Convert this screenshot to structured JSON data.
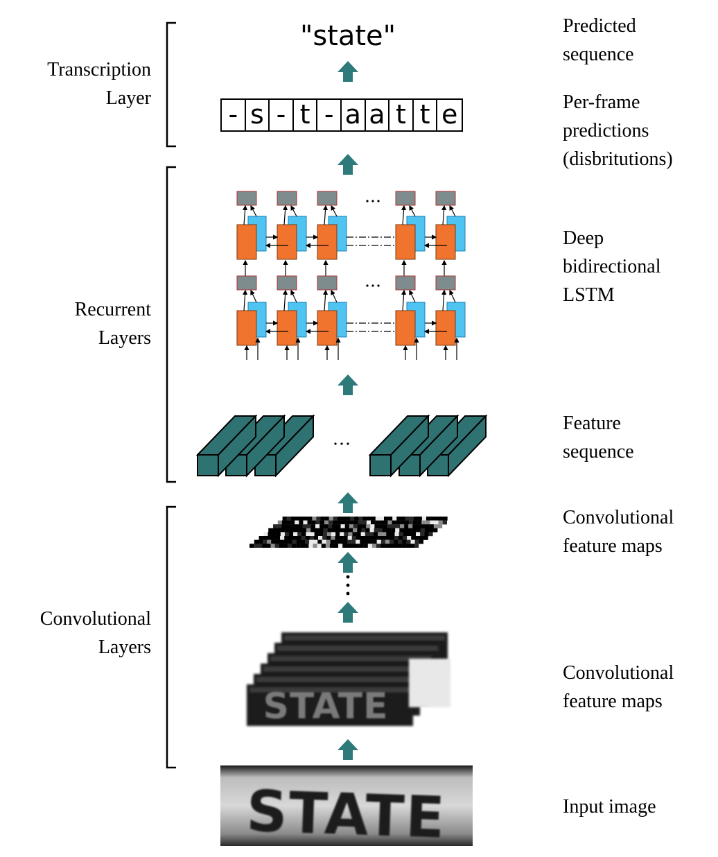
{
  "left_labels": [
    {
      "line1": "Transcription",
      "line2": "Layer"
    },
    {
      "line1": "Recurrent",
      "line2": "Layers"
    },
    {
      "line1": "Convolutional",
      "line2": "Layers"
    }
  ],
  "right_labels": [
    {
      "lines": [
        "Predicted",
        "sequence"
      ]
    },
    {
      "lines": [
        "Per-frame",
        "predictions",
        "(disbritutions)"
      ]
    },
    {
      "lines": [
        "Deep",
        "bidirectional",
        "LSTM"
      ]
    },
    {
      "lines": [
        "Feature",
        "sequence"
      ]
    },
    {
      "lines": [
        "Convolutional",
        "feature maps"
      ]
    },
    {
      "lines": [
        "Convolutional",
        "feature maps"
      ]
    },
    {
      "lines": [
        "Input image"
      ]
    }
  ],
  "predicted_sequence": "\"state\"",
  "per_frame_predictions": [
    "-",
    "s",
    "-",
    "t",
    "-",
    "a",
    "a",
    "t",
    "t",
    "e"
  ],
  "image_text": "STATE",
  "colors": {
    "arrow": "#2e7a7a",
    "lstm_forward": "#f0742e",
    "lstm_backward": "#4fc3f2",
    "lstm_output": "#7f8c8d",
    "feature_column": "#2f7272"
  }
}
